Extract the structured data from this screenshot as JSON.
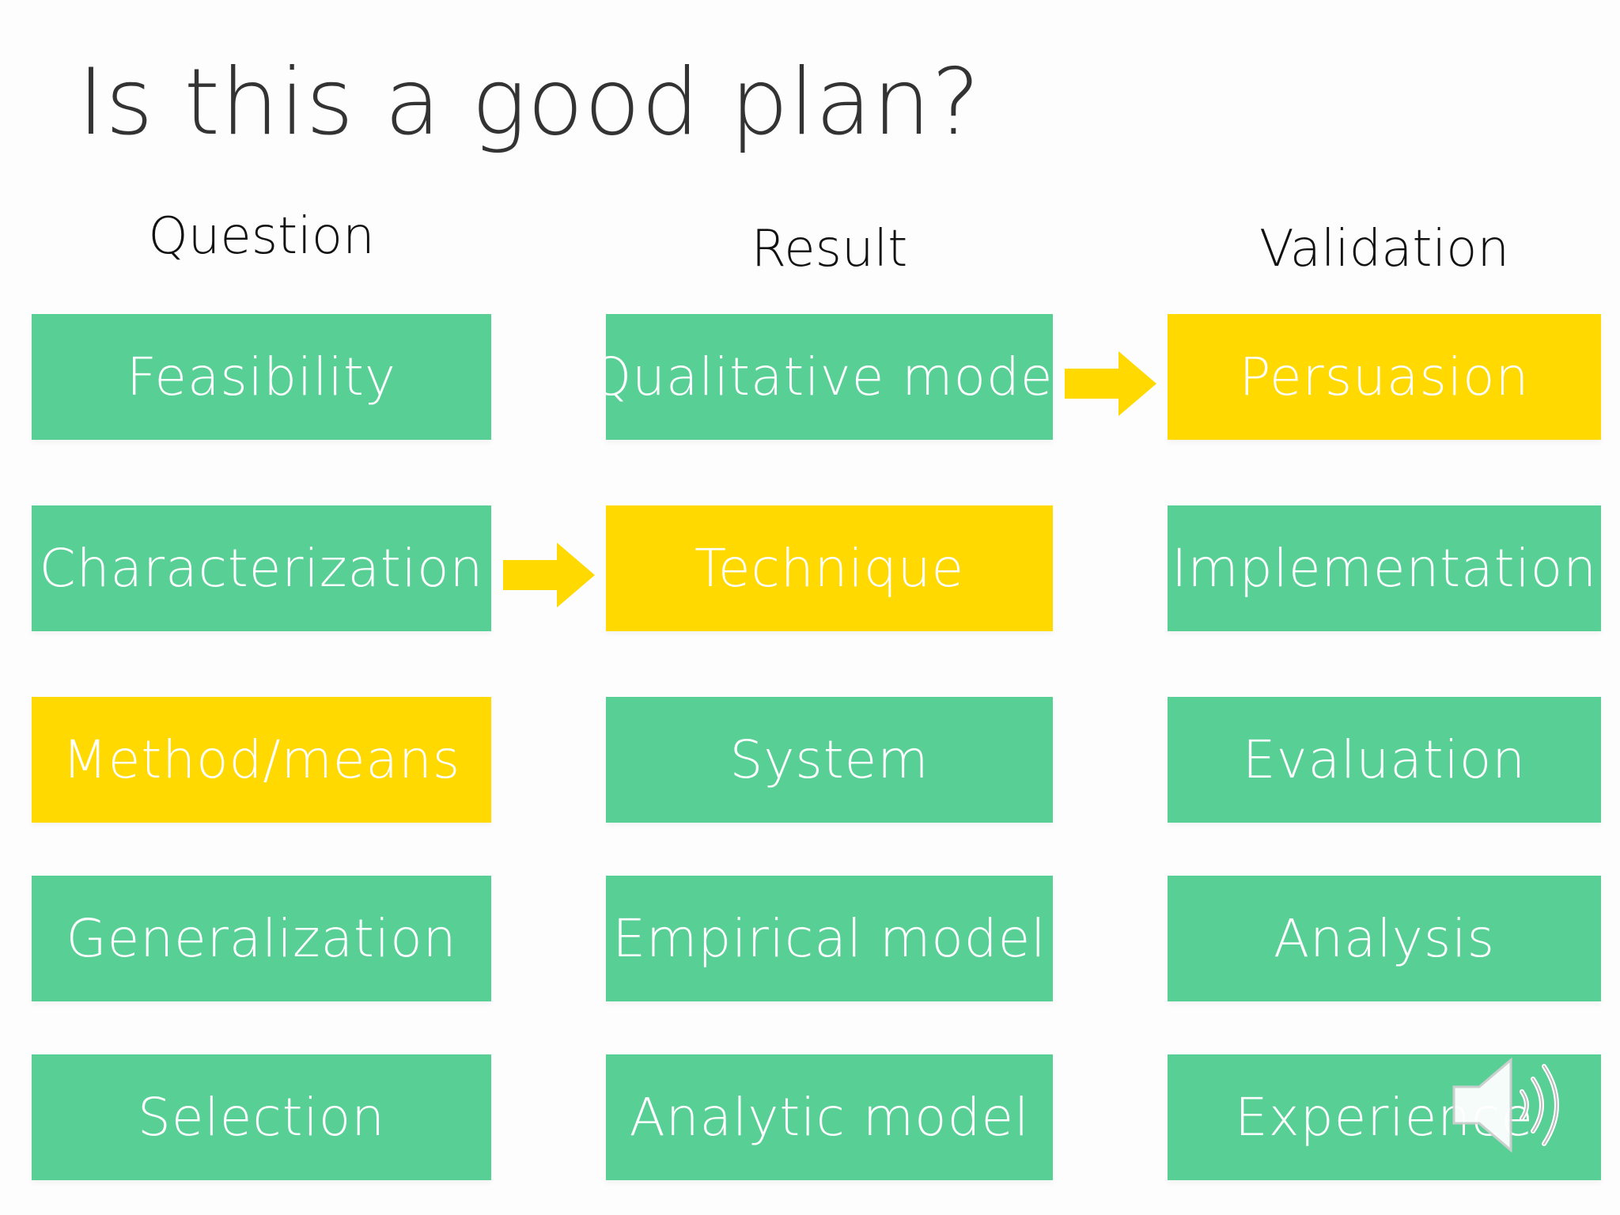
{
  "title": "Is this a good plan?",
  "columns": {
    "question": "Question",
    "result": "Result",
    "validation": "Validation"
  },
  "question_items": [
    "Feasibility",
    "Characterization",
    "Method/means",
    "Generalization",
    "Selection"
  ],
  "result_items": [
    "Qualitative model",
    "Technique",
    "System",
    "Empirical model",
    "Analytic model"
  ],
  "validation_items": [
    "Persuasion",
    "Implementation",
    "Evaluation",
    "Analysis",
    "Experience"
  ],
  "colors": {
    "box_default": "#58cf95",
    "box_highlight": "#ffd900",
    "arrow": "#ffd900",
    "text": "#ffffff",
    "title": "#333333"
  },
  "highlighted": {
    "question": "Method/means",
    "result": "Technique",
    "validation": "Persuasion"
  },
  "icons": {
    "arrow_1": "right-arrow-icon",
    "arrow_2": "right-arrow-icon",
    "speaker": "speaker-icon"
  }
}
